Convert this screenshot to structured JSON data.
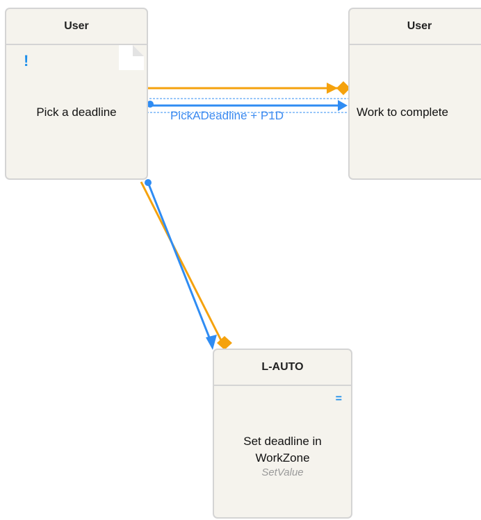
{
  "colors": {
    "orange": "#f5a20d",
    "blue": "#2f8cf3",
    "node_bg": "#f5f3ed",
    "node_border": "#d4d4d4"
  },
  "nodes": [
    {
      "role": "User",
      "title": "Pick a deadline",
      "marker": "!"
    },
    {
      "role": "User",
      "title": "Work to complete"
    },
    {
      "role": "L-AUTO",
      "title": "Set deadline in WorkZone",
      "subtitle": "SetValue",
      "marker": "="
    }
  ],
  "edges": {
    "label": "PickADeadline + P1D"
  }
}
